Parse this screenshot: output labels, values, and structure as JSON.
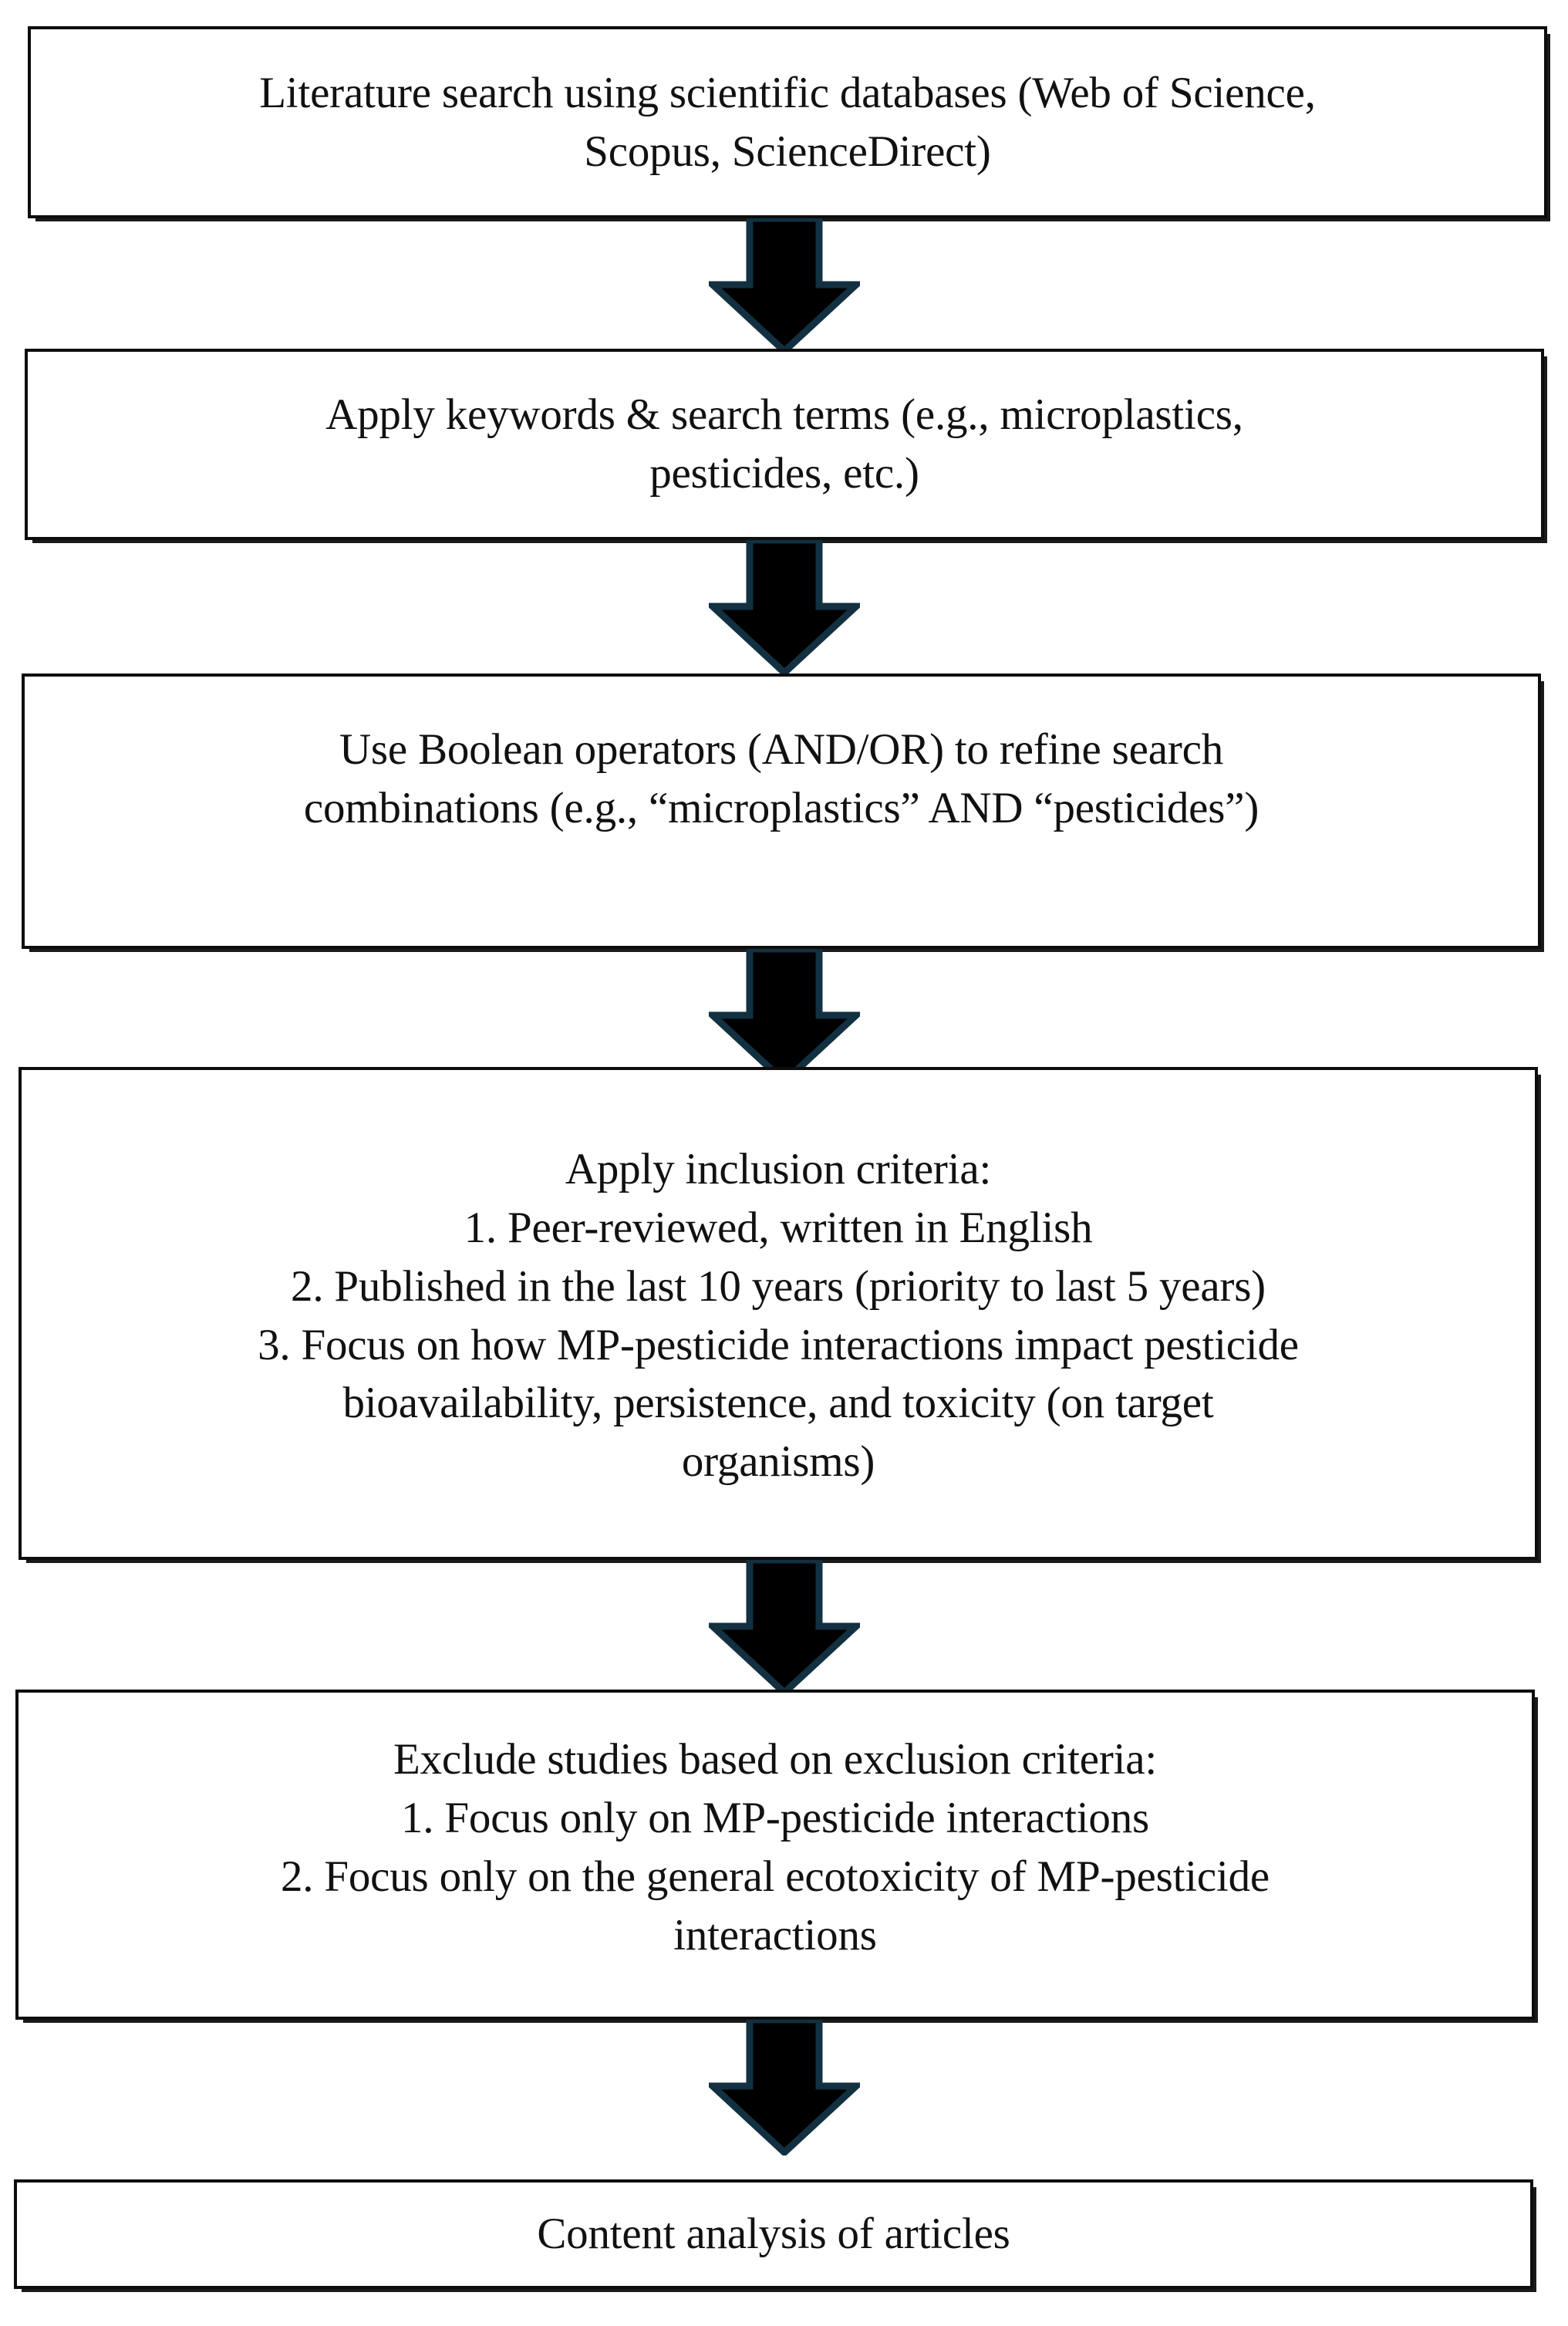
{
  "diagram": {
    "title": "Literature review methodology flowchart",
    "orientation": "top-to-bottom",
    "colors": {
      "box_border": "#0d0d0d",
      "box_fill": "#ffffff",
      "text": "#111111",
      "arrow_fill": "#000000",
      "arrow_outline": "#123040"
    },
    "nodes": [
      {
        "id": "literature-search",
        "shape": "rectangle",
        "lines": [
          "Literature search using scientific databases (Web of Science,",
          "Scopus, ScienceDirect)"
        ]
      },
      {
        "id": "apply-keywords",
        "shape": "rectangle",
        "lines": [
          "Apply keywords & search terms (e.g., microplastics,",
          "pesticides, etc.)"
        ]
      },
      {
        "id": "boolean-operators",
        "shape": "rectangle",
        "lines": [
          "Use Boolean operators (AND/OR) to refine search",
          "combinations (e.g., “microplastics” AND “pesticides”)"
        ]
      },
      {
        "id": "inclusion-criteria",
        "shape": "rectangle",
        "lines": [
          "Apply inclusion criteria:",
          "1. Peer-reviewed, written in English",
          "2. Published in the last 10 years (priority to last 5 years)",
          "3. Focus on how MP-pesticide interactions impact pesticide",
          "bioavailability, persistence, and toxicity (on target",
          "organisms)"
        ]
      },
      {
        "id": "exclusion-criteria",
        "shape": "rectangle",
        "lines": [
          "Exclude studies based on exclusion criteria:",
          "1. Focus only on MP-pesticide interactions",
          "2. Focus only on the general ecotoxicity of MP-pesticide",
          "interactions"
        ]
      },
      {
        "id": "content-analysis",
        "shape": "rectangle",
        "lines": [
          "Content analysis of articles"
        ]
      }
    ],
    "connectors": [
      {
        "id": "arrow-1",
        "from": "literature-search",
        "to": "apply-keywords",
        "icon": "down-arrow-icon"
      },
      {
        "id": "arrow-2",
        "from": "apply-keywords",
        "to": "boolean-operators",
        "icon": "down-arrow-icon"
      },
      {
        "id": "arrow-3",
        "from": "boolean-operators",
        "to": "inclusion-criteria",
        "icon": "down-arrow-icon"
      },
      {
        "id": "arrow-4",
        "from": "inclusion-criteria",
        "to": "exclusion-criteria",
        "icon": "down-arrow-icon"
      },
      {
        "id": "arrow-5",
        "from": "exclusion-criteria",
        "to": "content-analysis",
        "icon": "down-arrow-icon"
      }
    ]
  }
}
